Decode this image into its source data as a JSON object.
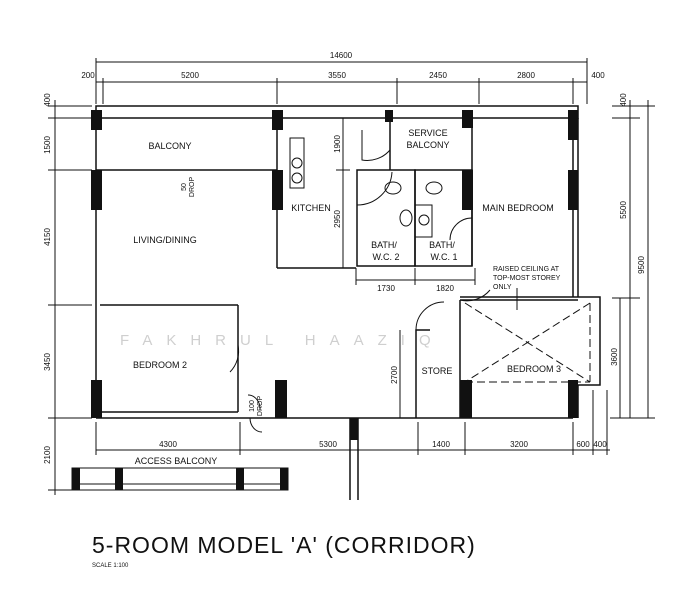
{
  "title": "5-ROOM MODEL 'A' (CORRIDOR)",
  "scale": "SCALE 1:100",
  "watermark": "FAKHRUL HAAZIQ",
  "rooms": {
    "balcony": "BALCONY",
    "living_dining": "LIVING/DINING",
    "kitchen": "KITCHEN",
    "service_balcony": [
      "SERVICE",
      "BALCONY"
    ],
    "bath2": [
      "BATH/",
      "W.C. 2"
    ],
    "bath1": [
      "BATH/",
      "W.C. 1"
    ],
    "main_bedroom": "MAIN BEDROOM",
    "bedroom2": "BEDROOM 2",
    "bedroom3": "BEDROOM 3",
    "store": "STORE",
    "access_balcony": "ACCESS BALCONY"
  },
  "notes": {
    "raised_ceiling": [
      "RAISED CEILING AT",
      "TOP-MOST STOREY",
      "ONLY"
    ],
    "drop_50": [
      "50",
      "DROP"
    ],
    "drop_100": [
      "100",
      "DROP"
    ]
  },
  "dimensions": {
    "overall_top": "14600",
    "top": [
      "200",
      "5200",
      "3550",
      "2450",
      "2800",
      "400"
    ],
    "left": [
      "400",
      "1500",
      "4150",
      "3450",
      "2100"
    ],
    "right": [
      "400",
      "5500",
      "9500",
      "3600"
    ],
    "bottom": [
      "4300",
      "5300",
      "1400",
      "3200",
      "600",
      "400"
    ],
    "kitchen": [
      "1900",
      "2950"
    ],
    "baths": [
      "1730",
      "1820"
    ],
    "store": "2700"
  }
}
